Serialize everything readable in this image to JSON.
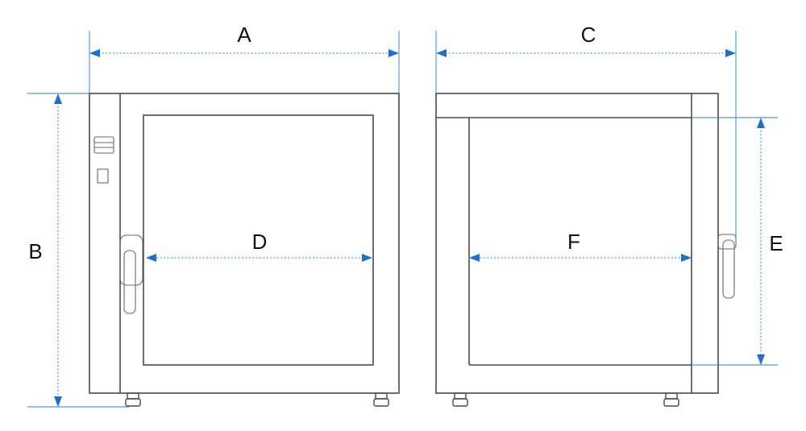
{
  "labels": {
    "width_front": "A",
    "height_total": "B",
    "depth_total": "C",
    "width_inner": "D",
    "height_inner": "E",
    "depth_inner": "F"
  },
  "colors": {
    "dimension": "#2a7fd0",
    "arrow": "#1e6fc8",
    "outline": "#4a4a4a",
    "label": "#111111"
  }
}
